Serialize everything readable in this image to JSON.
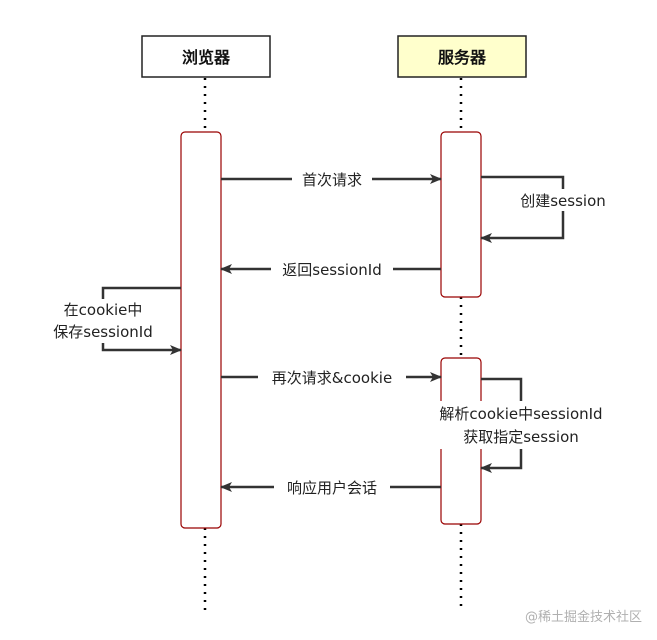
{
  "participants": {
    "browser": {
      "label": "浏览器",
      "fill": "#ffffff"
    },
    "server": {
      "label": "服务器",
      "fill": "#ffffcc"
    }
  },
  "messages": {
    "first_request": "首次请求",
    "create_session": "创建session",
    "return_session": "返回sessionId",
    "store_line1": "在cookie中",
    "store_line2": "保存sessionId",
    "second_request": "再次请求&cookie",
    "parse_line1": "解析cookie中sessionId",
    "parse_line2": "获取指定session",
    "respond": "响应用户会话"
  },
  "watermark": "@稀土掘金技术社区",
  "colors": {
    "activation_border": "#990000",
    "arrow": "#333333",
    "lifeline": "#000000"
  }
}
